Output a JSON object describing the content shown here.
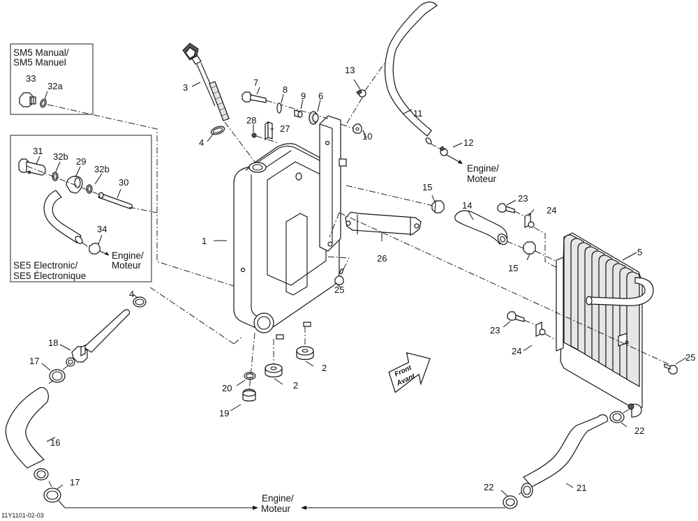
{
  "diagram": {
    "drawing_code": "11Y1101-02-03",
    "insets": {
      "sm5": {
        "title_line1": "SM5 Manual/",
        "title_line2": "SM5 Manuel"
      },
      "se5": {
        "title_line1": "SE5 Electronic/",
        "title_line2": "SE5 Électronique"
      }
    },
    "destinations": {
      "engine_line1": "Engine/",
      "engine_line2": "Moteur"
    },
    "front_arrow": {
      "line1": "Front",
      "line2": "Avant"
    },
    "callouts": [
      {
        "id": "1",
        "part": "oil tank"
      },
      {
        "id": "2",
        "part": "rubber mount (left)"
      },
      {
        "id": "2",
        "part": "rubber mount (right)"
      },
      {
        "id": "3",
        "part": "dipstick"
      },
      {
        "id": "4",
        "part": "o-ring (dipstick)"
      },
      {
        "id": "4",
        "part": "o-ring (outlet fitting)"
      },
      {
        "id": "5",
        "part": "oil cooler"
      },
      {
        "id": "6",
        "part": "grommet"
      },
      {
        "id": "7",
        "part": "bolt"
      },
      {
        "id": "8",
        "part": "washer"
      },
      {
        "id": "9",
        "part": "spacer"
      },
      {
        "id": "10",
        "part": "nut"
      },
      {
        "id": "11",
        "part": "vent hose"
      },
      {
        "id": "12",
        "part": "clamp"
      },
      {
        "id": "13",
        "part": "clamp"
      },
      {
        "id": "14",
        "part": "hose"
      },
      {
        "id": "15",
        "part": "clamp (upper)"
      },
      {
        "id": "15",
        "part": "clamp (lower)"
      },
      {
        "id": "16",
        "part": "hose"
      },
      {
        "id": "17",
        "part": "clamp (upper)"
      },
      {
        "id": "17",
        "part": "clamp (lower)"
      },
      {
        "id": "18",
        "part": "fitting"
      },
      {
        "id": "19",
        "part": "drain plug"
      },
      {
        "id": "20",
        "part": "gasket"
      },
      {
        "id": "21",
        "part": "hose"
      },
      {
        "id": "22",
        "part": "clamp (upper)"
      },
      {
        "id": "22",
        "part": "clamp (lower)"
      },
      {
        "id": "23",
        "part": "bolt (upper)"
      },
      {
        "id": "23",
        "part": "bolt (lower)"
      },
      {
        "id": "24",
        "part": "clip nut (upper)"
      },
      {
        "id": "24",
        "part": "clip nut (lower)"
      },
      {
        "id": "25",
        "part": "bolt (tank)"
      },
      {
        "id": "25",
        "part": "bolt (cooler)"
      },
      {
        "id": "26",
        "part": "strap"
      },
      {
        "id": "27",
        "part": "bracket"
      },
      {
        "id": "28",
        "part": "nut"
      },
      {
        "id": "29",
        "part": "banjo fitting"
      },
      {
        "id": "30",
        "part": "tube"
      },
      {
        "id": "31",
        "part": "banjo bolt"
      },
      {
        "id": "32b",
        "part": "sealing ring (left)"
      },
      {
        "id": "32b",
        "part": "sealing ring (right)"
      },
      {
        "id": "32a",
        "part": "sealing ring"
      },
      {
        "id": "33",
        "part": "plug"
      },
      {
        "id": "34",
        "part": "clamp"
      }
    ]
  }
}
